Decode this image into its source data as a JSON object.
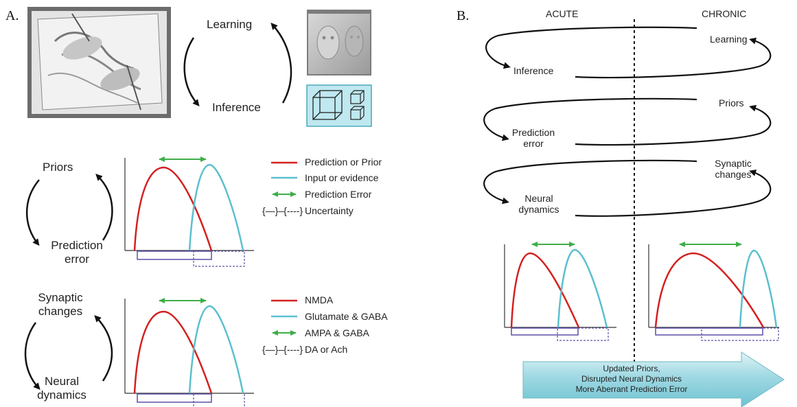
{
  "panels": {
    "a": {
      "letter": "A."
    },
    "b": {
      "letter": "B."
    }
  },
  "panel_a": {
    "cycle1": {
      "top": "Learning",
      "bottom": "Inference"
    },
    "cycle2": {
      "top": "Priors",
      "bottom_line1": "Prediction",
      "bottom_line2": "error"
    },
    "cycle3": {
      "top_line1": "Synaptic",
      "top_line2": "changes",
      "bottom_line1": "Neural",
      "bottom_line2": "dynamics"
    },
    "legend1": [
      "Prediction or Prior",
      "Input  or evidence",
      "Prediction Error",
      "Uncertainty"
    ],
    "legend2": [
      "NMDA",
      "Glutamate & GABA",
      "AMPA & GABA",
      "DA or Ach"
    ],
    "uncertainty_symbol": "{—}–{----}"
  },
  "panel_b": {
    "header_left": "ACUTE",
    "header_right": "CHRONIC",
    "loops": [
      {
        "left": "Inference",
        "right": "Learning"
      },
      {
        "left_line1": "Prediction",
        "left_line2": "error",
        "right": "Priors"
      },
      {
        "left_line1": "Neural",
        "left_line2": "dynamics",
        "right_line1": "Synaptic",
        "right_line2": "changes"
      }
    ],
    "arrow_text": [
      "Updated Priors,",
      "Disrupted Neural Dynamics",
      "More Aberrant Prediction Error"
    ]
  },
  "colors": {
    "prior": "#d42020",
    "evidence": "#5bbfcf",
    "error": "#3fae4a",
    "uncertainty": "#5a4fa8",
    "panel_cyan": "#bfe8f0",
    "arrow_fill": "#a8dde6"
  }
}
